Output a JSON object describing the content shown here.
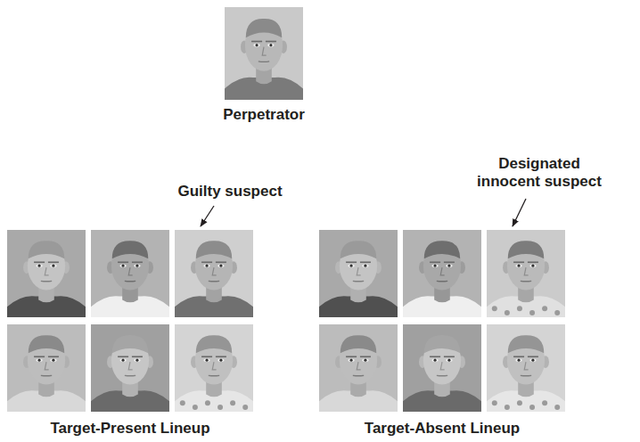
{
  "diagram": {
    "labels": [
      "Perpetrator",
      "Guilty suspect",
      "Designated innocent suspect",
      "Target-Present Lineup",
      "Target-Absent Lineup"
    ]
  }
}
